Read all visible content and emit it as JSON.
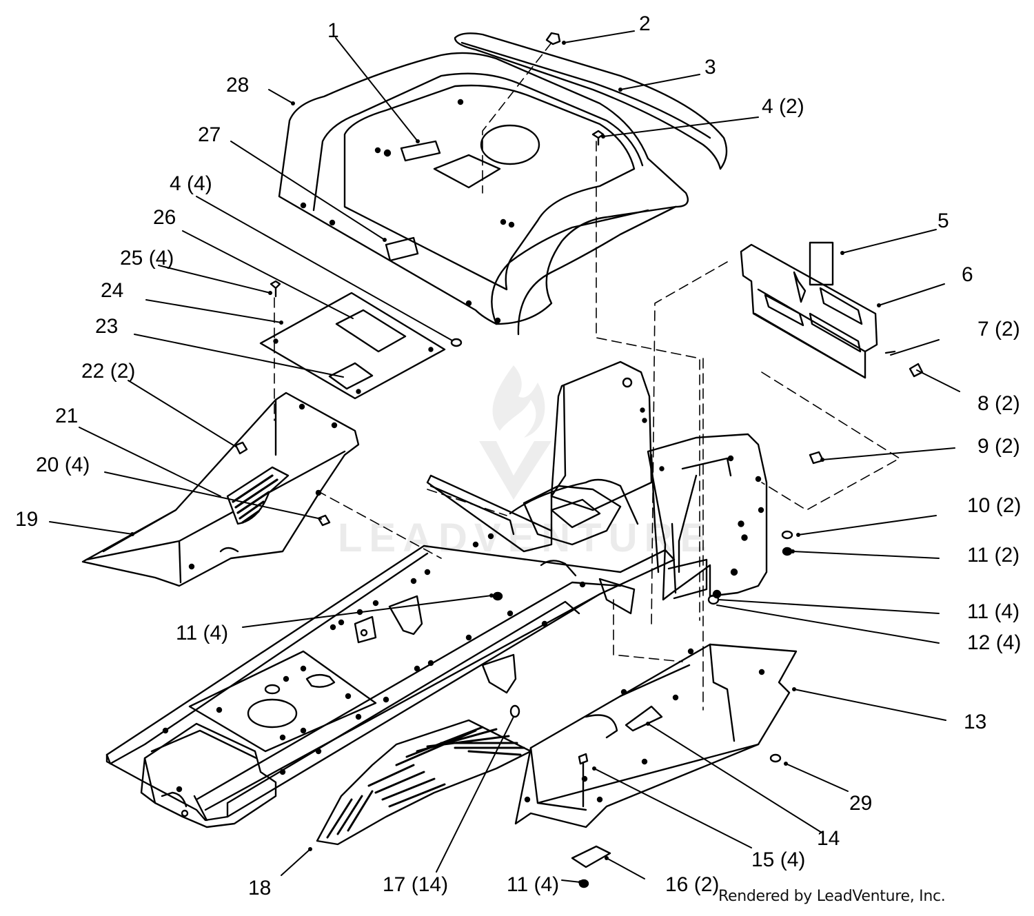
{
  "diagram": {
    "callouts": [
      {
        "id": "c1",
        "text": "1"
      },
      {
        "id": "c2",
        "text": "2"
      },
      {
        "id": "c3",
        "text": "3"
      },
      {
        "id": "c4a",
        "text": "4 (2)"
      },
      {
        "id": "c4b",
        "text": "4 (4)"
      },
      {
        "id": "c5",
        "text": "5"
      },
      {
        "id": "c6",
        "text": "6"
      },
      {
        "id": "c7",
        "text": "7 (2)"
      },
      {
        "id": "c8",
        "text": "8 (2)"
      },
      {
        "id": "c9",
        "text": "9 (2)"
      },
      {
        "id": "c10",
        "text": "10 (2)"
      },
      {
        "id": "c11a",
        "text": "11 (2)"
      },
      {
        "id": "c11b",
        "text": "11 (4)"
      },
      {
        "id": "c11c",
        "text": "11 (4)"
      },
      {
        "id": "c11d",
        "text": "11 (4)"
      },
      {
        "id": "c12",
        "text": "12 (4)"
      },
      {
        "id": "c13",
        "text": "13"
      },
      {
        "id": "c14",
        "text": "14"
      },
      {
        "id": "c15",
        "text": "15 (4)"
      },
      {
        "id": "c16",
        "text": "16 (2)"
      },
      {
        "id": "c17",
        "text": "17 (14)"
      },
      {
        "id": "c18",
        "text": "18"
      },
      {
        "id": "c19",
        "text": "19"
      },
      {
        "id": "c20",
        "text": "20 (4)"
      },
      {
        "id": "c21",
        "text": "21"
      },
      {
        "id": "c22",
        "text": "22 (2)"
      },
      {
        "id": "c23",
        "text": "23"
      },
      {
        "id": "c24",
        "text": "24"
      },
      {
        "id": "c25",
        "text": "25 (4)"
      },
      {
        "id": "c26",
        "text": "26"
      },
      {
        "id": "c27",
        "text": "27"
      },
      {
        "id": "c28",
        "text": "28"
      },
      {
        "id": "c29",
        "text": "29"
      }
    ],
    "watermark": "LEADVENTURE",
    "credit": "Rendered by LeadVenture, Inc."
  }
}
